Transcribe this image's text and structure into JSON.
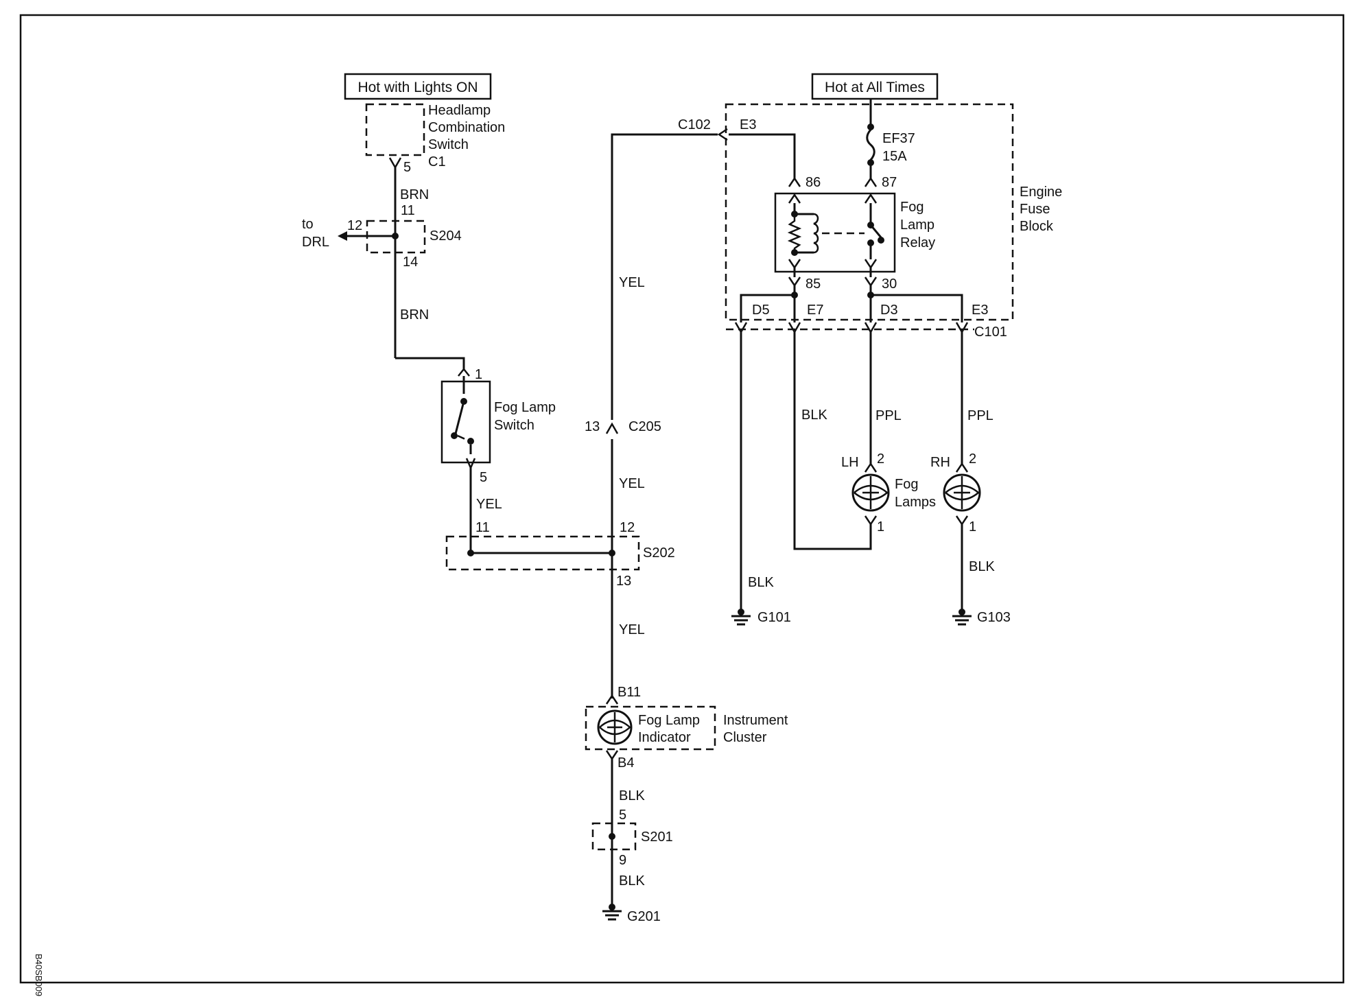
{
  "power": {
    "lights_on": "Hot with Lights ON",
    "all_times": "Hot at All Times"
  },
  "headlamp_switch": {
    "label_line1": "Headlamp",
    "label_line2": "Combination",
    "label_line3": "Switch",
    "connector": "C1",
    "pin": "5"
  },
  "s204": {
    "name": "S204",
    "pin_in": "11",
    "pin_left": "12",
    "pin_out": "14",
    "to_line1": "to",
    "to_line2": "DRL"
  },
  "fog_switch": {
    "label_line1": "Fog Lamp",
    "label_line2": "Switch",
    "pin_in": "1",
    "pin_out": "5"
  },
  "s202": {
    "name": "S202",
    "pin_left": "11",
    "pin_top": "12",
    "pin_bottom": "13"
  },
  "c205": {
    "name": "C205",
    "pin": "13"
  },
  "c102": {
    "name": "C102",
    "pin": "E3"
  },
  "instrument_cluster": {
    "indicator_line1": "Fog Lamp",
    "indicator_line2": "Indicator",
    "cluster_line1": "Instrument",
    "cluster_line2": "Cluster",
    "pin_in": "B11",
    "pin_out": "B4"
  },
  "s201": {
    "name": "S201",
    "pin_in": "5",
    "pin_out": "9"
  },
  "fuse_block": {
    "label_line1": "Engine",
    "label_line2": "Fuse",
    "label_line3": "Block",
    "fuse_name": "EF37",
    "fuse_rating": "15A",
    "relay_line1": "Fog",
    "relay_line2": "Lamp",
    "relay_line3": "Relay",
    "pin_86": "86",
    "pin_87": "87",
    "pin_85": "85",
    "pin_30": "30"
  },
  "c101": {
    "name": "C101",
    "pin_d5": "D5",
    "pin_e7": "E7",
    "pin_d3": "D3",
    "pin_e3": "E3"
  },
  "fog_lamps": {
    "label_line1": "Fog",
    "label_line2": "Lamps",
    "lh": "LH",
    "rh": "RH",
    "pin_in": "2",
    "pin_out": "1"
  },
  "wires": {
    "brn": "BRN",
    "yel": "YEL",
    "blk": "BLK",
    "ppl": "PPL"
  },
  "grounds": {
    "g101": "G101",
    "g103": "G103",
    "g201": "G201"
  },
  "diagram_id": "B40SB009"
}
